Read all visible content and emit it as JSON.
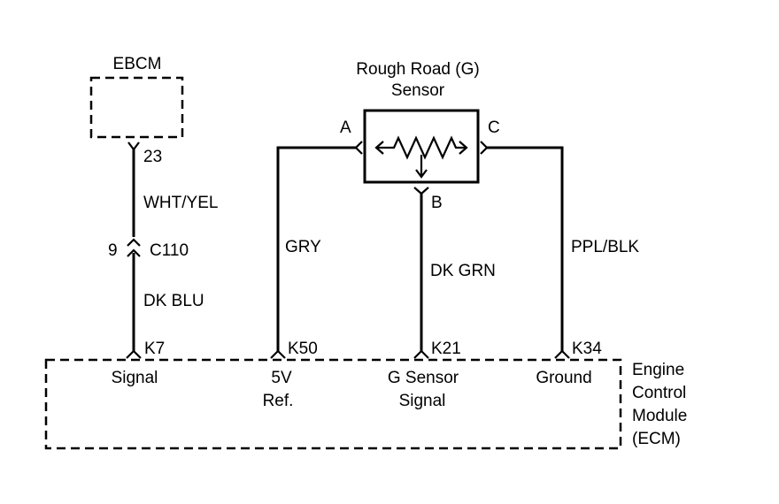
{
  "ebcm": {
    "label": "EBCM",
    "pin": "23"
  },
  "wire_ebcm": {
    "color": "WHT/YEL"
  },
  "connector": {
    "pin": "9",
    "name": "C110"
  },
  "wire_signal": {
    "color": "DK BLU"
  },
  "sensor": {
    "title_line1": "Rough Road (G)",
    "title_line2": "Sensor",
    "terminal_a": "A",
    "terminal_b": "B",
    "terminal_c": "C"
  },
  "wires": {
    "ref": "GRY",
    "gsignal": "DK GRN",
    "ground": "PPL/BLK"
  },
  "ecm": {
    "pins": {
      "signal": "K7",
      "ref": "K50",
      "gsensor": "K21",
      "ground": "K34"
    },
    "circuits": {
      "signal": "Signal",
      "ref_line1": "5V",
      "ref_line2": "Ref.",
      "gsensor_line1": "G Sensor",
      "gsensor_line2": "Signal",
      "ground": "Ground"
    },
    "name_lines": [
      "Engine",
      "Control",
      "Module",
      "(ECM)"
    ]
  }
}
